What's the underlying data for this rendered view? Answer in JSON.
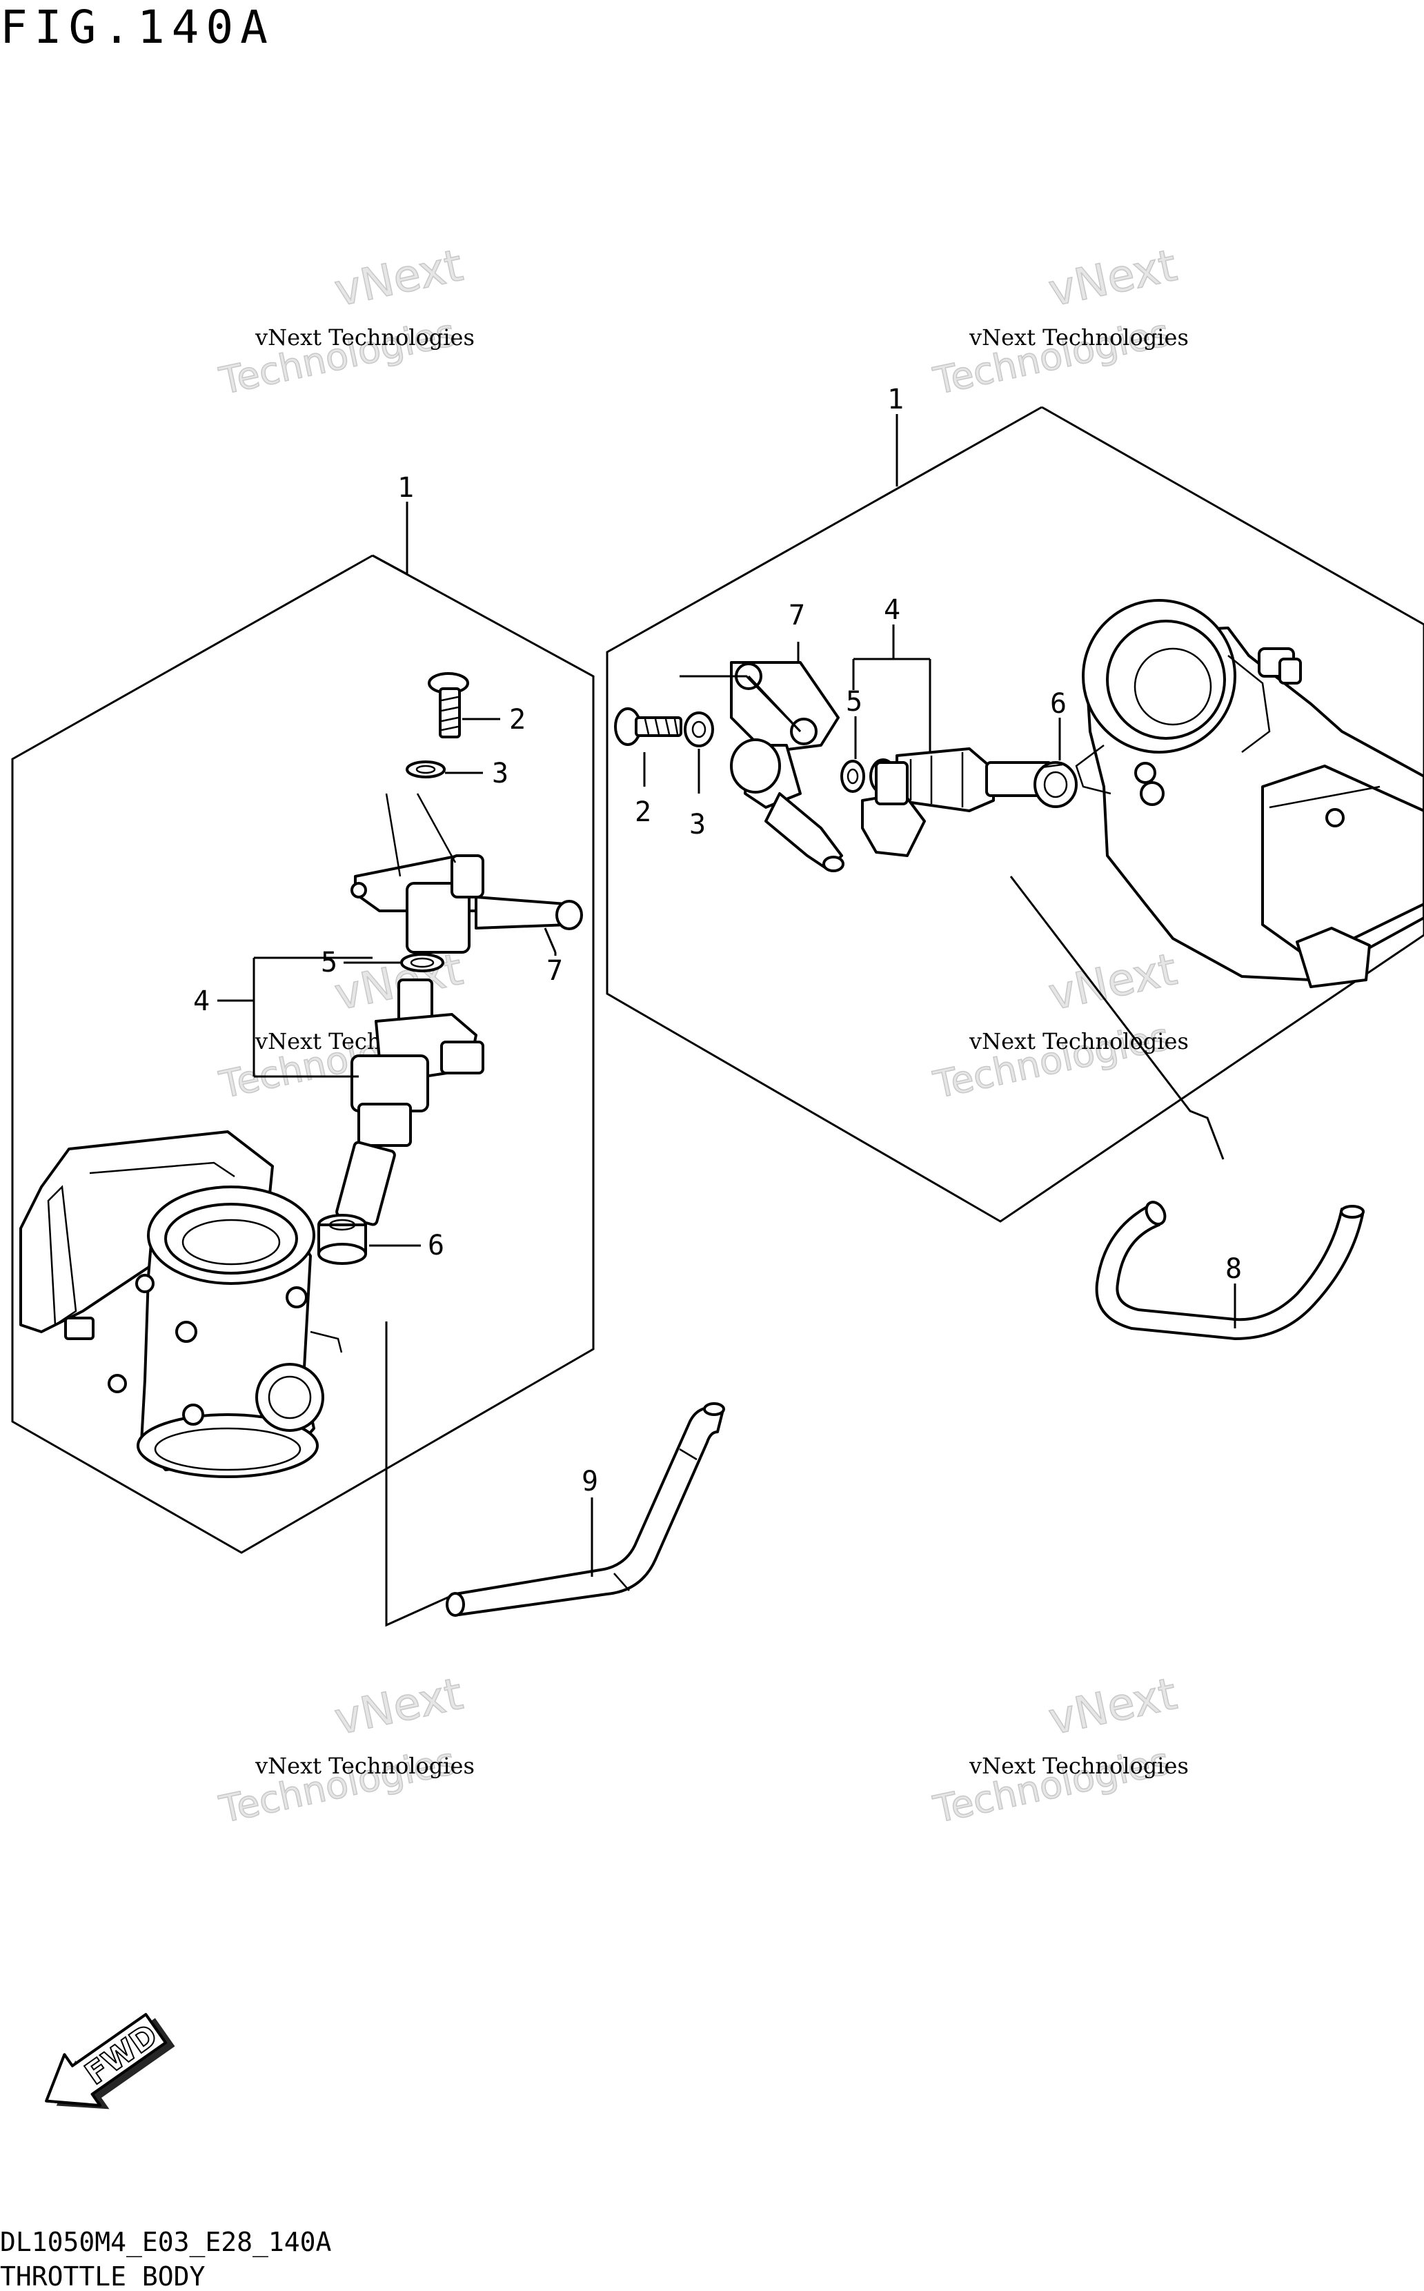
{
  "figure": {
    "title": "FIG.140A",
    "code": "DL1050M4_E03_E28_140A",
    "name": "THROTTLE BODY"
  },
  "watermark": {
    "line1": "vNext Technologies",
    "line2": "vNext",
    "line3": "Technologies"
  },
  "callouts": {
    "left_assembly": "1",
    "right_assembly": "1",
    "bolt_left": "2",
    "washer_left": "3",
    "bolt_right": "2",
    "washer_right": "3",
    "injector_left": "4",
    "injector_right": "4",
    "oring_left": "5",
    "oring_right": "5",
    "cushion_left": "6",
    "cushion_right": "6",
    "pipe_left": "7",
    "pipe_right": "7",
    "hose_right": "8",
    "hose_left": "9"
  },
  "fwd": {
    "label": "FWD"
  }
}
